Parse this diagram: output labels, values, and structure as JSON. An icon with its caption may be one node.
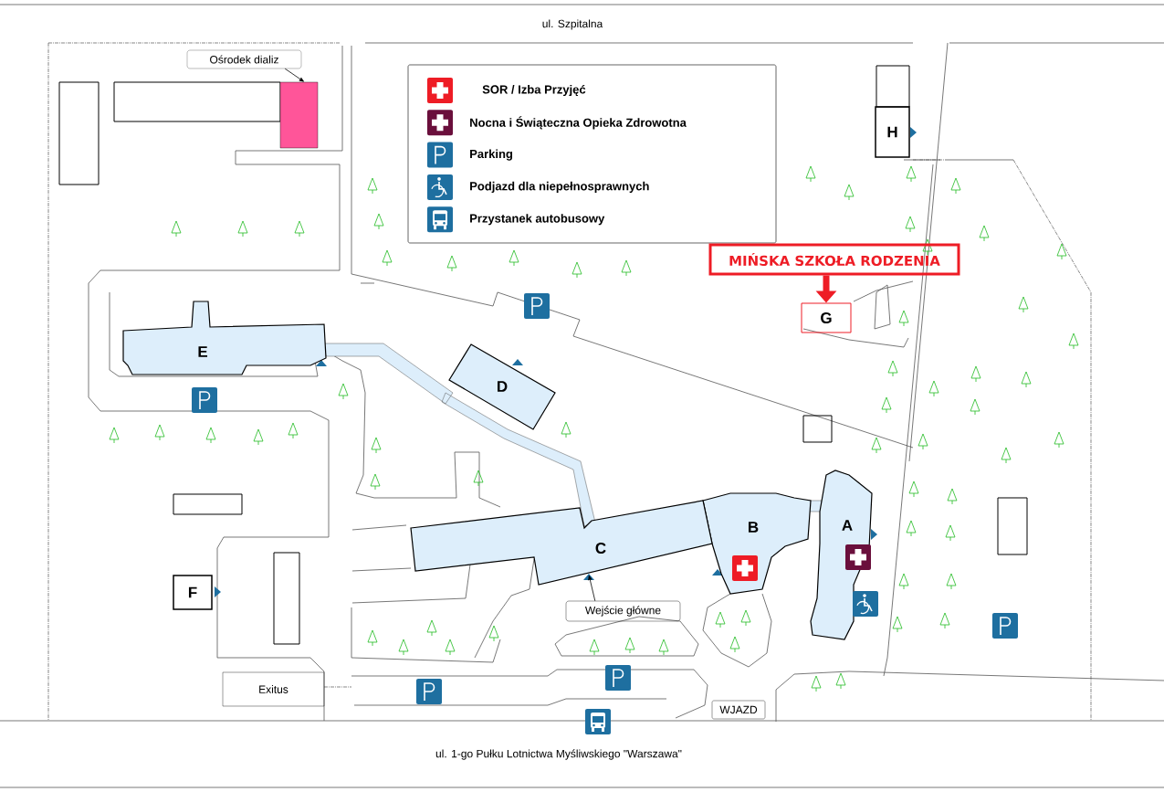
{
  "diagram": {
    "nodes": [
      {
        "text": [],
        "shape": "box"
      },
      {
        "text": [],
        "shape": "box"
      },
      {
        "text": [
          "Ośrodek dializ"
        ]
      },
      {
        "text": [],
        "shape": "box"
      },
      {
        "text": [],
        "shape": "box"
      },
      {
        "text": [
          "H"
        ]
      },
      {
        "text": [
          "MIŃSKA SZKOŁA RODZENIA"
        ]
      },
      {
        "text": [
          "G"
        ]
      },
      {
        "text": [
          "E"
        ]
      },
      {
        "text": [
          "D"
        ]
      },
      {
        "text": [],
        "shape": "box"
      },
      {
        "text": [
          "A"
        ]
      },
      {
        "text": [
          "B"
        ]
      },
      {
        "text": [
          "C"
        ]
      },
      {
        "text": [],
        "shape": "box"
      },
      {
        "text": [],
        "shape": "box"
      },
      {
        "text": [
          "F"
        ]
      },
      {
        "text": [],
        "shape": "box"
      },
      {
        "text": [
          "Wejście główne"
        ]
      },
      {
        "text": [
          "Exitus"
        ]
      },
      {
        "text": [
          "WJAZD"
        ]
      }
    ],
    "edges": [
      {
        "from": 2,
        "to": 3,
        "arrow": "to"
      },
      {
        "from": 6,
        "to": 7,
        "arrow": "to",
        "style": "thick",
        "color": "#ee1c25"
      },
      {
        "from": 18,
        "to": 13,
        "arrow": "to"
      }
    ],
    "labels": [
      "ul. Szpitalna",
      "ul. 1-go Pułku Lotnictwa Myśliwskiego \"Warszawa\""
    ],
    "legend": [
      {
        "text": "SOR / Izba Przyjęć"
      },
      {
        "text": "Nocna i Świąteczna Opieka Zdrowotna"
      },
      {
        "text": "Parking"
      },
      {
        "text": "Podjazd dla niepełnosprawnych"
      },
      {
        "text": "Przystanek autobusowy"
      }
    ]
  }
}
